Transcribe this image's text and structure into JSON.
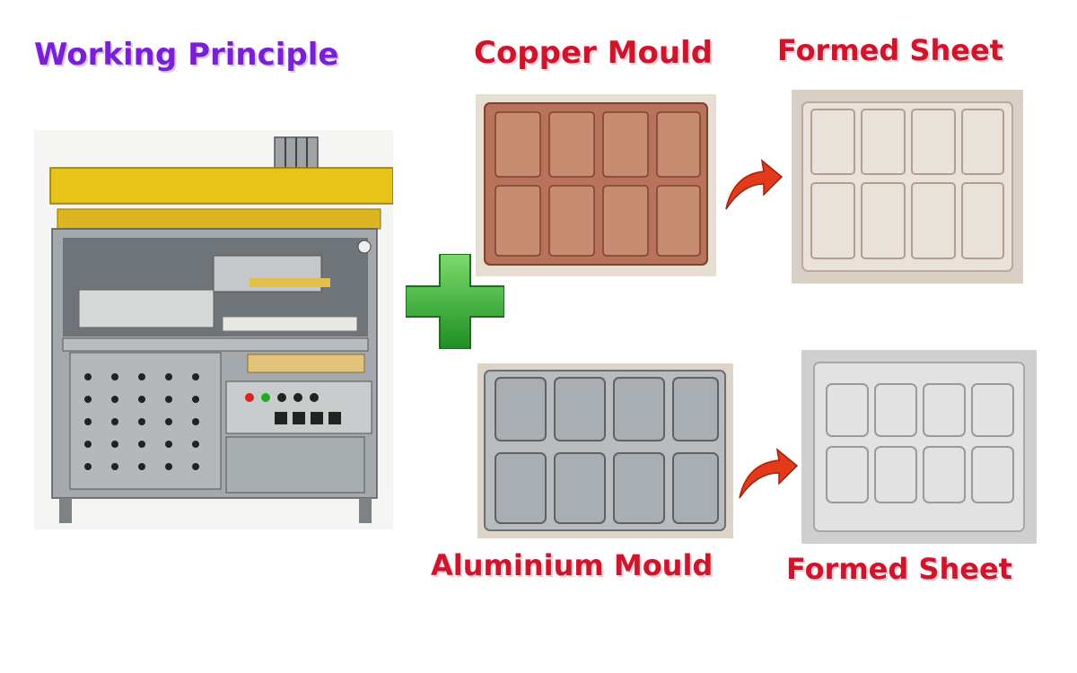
{
  "heading": "Working Principle",
  "labels": {
    "copper_mould": "Copper Mould",
    "formed_sheet_top": "Formed Sheet",
    "aluminium_mould": "Aluminium Mould",
    "formed_sheet_bottom": "Formed Sheet"
  },
  "colors": {
    "heading": "#7a1fd6",
    "labels": "#d0142c",
    "plus": "#3cb53a",
    "arrow": "#e23a1a",
    "machine_top": "#e6c41a",
    "machine_body": "#a4a9ad",
    "copper": "#b9735a",
    "aluminium": "#b8bcbf"
  },
  "icons": [
    "plus-icon",
    "arrow-right-icon",
    "arrow-right-icon"
  ]
}
